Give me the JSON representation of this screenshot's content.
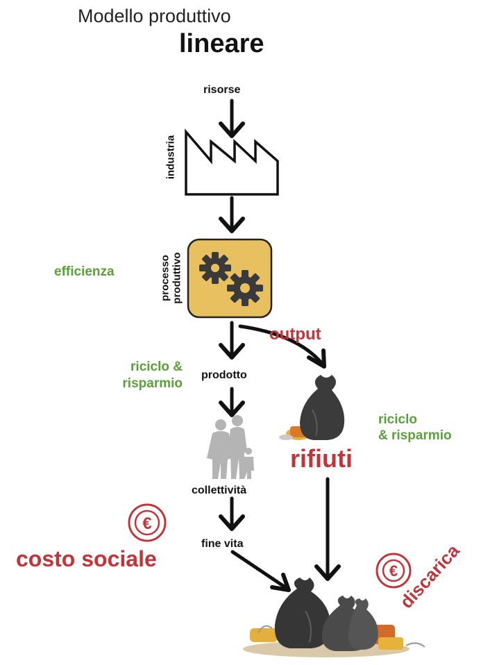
{
  "title": {
    "line1": "Modello produttivo",
    "line2": "lineare"
  },
  "labels": {
    "risorse": "risorse",
    "industria": "industria",
    "processo": "processo",
    "produttivo": "produttivo",
    "efficienza": "efficienza",
    "output": "output",
    "riciclo_left_1": "riciclo &",
    "riciclo_left_2": "risparmio",
    "prodotto": "prodotto",
    "riciclo_right_1": "riciclo",
    "riciclo_right_2": "& risparmio",
    "rifiuti": "rifiuti",
    "collettivita": "collettività",
    "fine_vita": "fine vita",
    "costo_sociale": "costo sociale",
    "discarica": "discarica"
  },
  "icons": [
    "factory-icon",
    "gears-icon",
    "garbage-bag-icon",
    "family-icon",
    "euro-coin-icon",
    "landfill-icon"
  ],
  "colors": {
    "green": "#5aa03a",
    "red": "#c0353a",
    "gear_box": "#e9c05f"
  }
}
